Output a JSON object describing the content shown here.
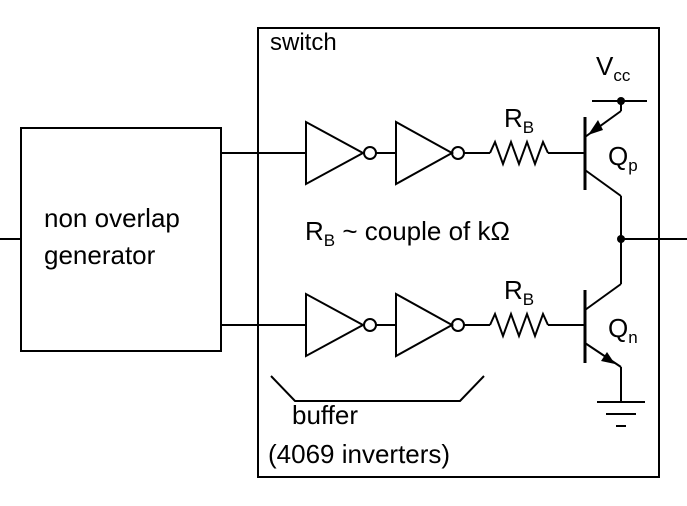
{
  "labels": {
    "switch": "switch",
    "generator_line1": "non overlap",
    "generator_line2": "generator",
    "vcc_main": "V",
    "vcc_sub": "cc",
    "rb_main": "R",
    "rb_sub": "B",
    "qp_main": "Q",
    "qp_sub": "p",
    "qn_main": "Q",
    "qn_sub": "n",
    "rb_note_main": "R",
    "rb_note_sub": "B",
    "rb_note_rest": " ~ couple of kΩ",
    "buffer": "buffer",
    "inverters": "(4069 inverters)"
  }
}
